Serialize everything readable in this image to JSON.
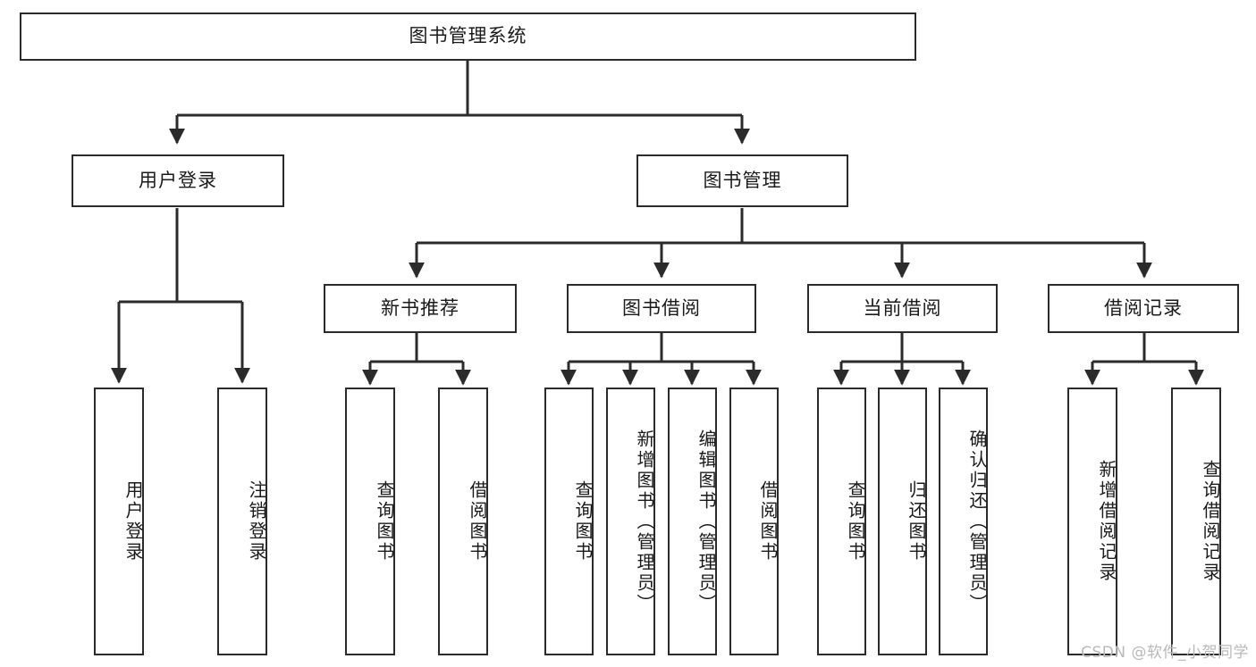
{
  "diagram": {
    "type": "tree",
    "title": "图书管理系统",
    "orientation": "top-down",
    "colors": {
      "background": "#ffffff",
      "box_border": "#2b2b2b",
      "box_fill": "#ffffff",
      "edge": "#2b2b2b",
      "text": "#1a1a1a",
      "watermark": "#b9b9b9"
    },
    "root": {
      "label": "图书管理系统"
    },
    "level2": [
      {
        "label": "用户登录"
      },
      {
        "label": "图书管理"
      }
    ],
    "level3": [
      {
        "label": "新书推荐"
      },
      {
        "label": "图书借阅"
      },
      {
        "label": "当前借阅"
      },
      {
        "label": "借阅记录"
      }
    ],
    "leaves": {
      "user_login": [
        {
          "label": "用户登录"
        },
        {
          "label": "注销登录"
        }
      ],
      "new_book": [
        {
          "label": "查询图书"
        },
        {
          "label": "借阅图书"
        }
      ],
      "borrow_book": [
        {
          "label": "查询图书"
        },
        {
          "label": "新增图书（管理员）"
        },
        {
          "label": "编辑图书（管理员）"
        },
        {
          "label": "借阅图书"
        }
      ],
      "current_borrow": [
        {
          "label": "查询图书"
        },
        {
          "label": "归还图书"
        },
        {
          "label": "确认归还（管理员）"
        }
      ],
      "borrow_record": [
        {
          "label": "新增借阅记录"
        },
        {
          "label": "查询借阅记录"
        }
      ]
    }
  },
  "watermark": {
    "text": "CSDN @软件_小贺同学"
  }
}
